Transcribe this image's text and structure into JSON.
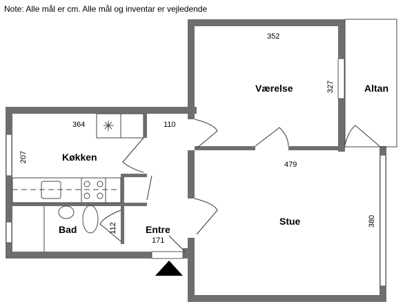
{
  "note": "Note: Alle mål er cm. Alle mål og inventar er vejledende",
  "rooms": {
    "vaerelse": {
      "label": "Værelse",
      "width_dim": "352",
      "height_dim": "327"
    },
    "altan": {
      "label": "Altan"
    },
    "koekken": {
      "label": "Køkken",
      "width_dim": "364",
      "height_dim": "207"
    },
    "bad": {
      "label": "Bad",
      "dim": "112"
    },
    "entre": {
      "label": "Entre",
      "dim": "171",
      "hall_dim": "110"
    },
    "stue": {
      "label": "Stue",
      "width_dim": "479",
      "height_dim": "380"
    }
  },
  "colors": {
    "wall": "#6e6e6e"
  }
}
